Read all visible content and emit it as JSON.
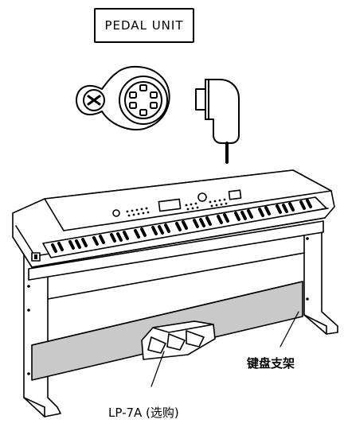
{
  "connector_label": "PEDAL UNIT",
  "callouts": {
    "stand": "键盘支架",
    "pedal_unit": "LP-7A (选购)"
  },
  "colors": {
    "line": "#000000",
    "panel_fill": "#c9c9c9",
    "background": "#ffffff"
  }
}
